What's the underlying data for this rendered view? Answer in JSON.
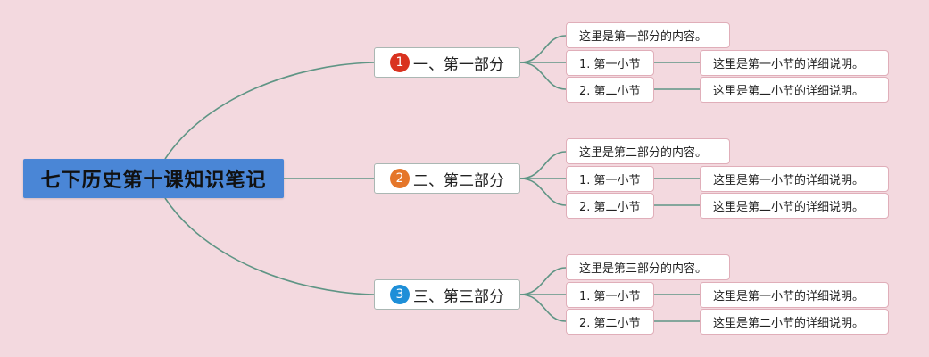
{
  "root": {
    "title": "七下历史第十课知识笔记"
  },
  "sections": [
    {
      "number": "1",
      "badge_color": "#d9321f",
      "label": "一、第一部分",
      "intro": "这里是第一部分的内容。",
      "subs": [
        {
          "label": "1. 第一小节",
          "detail": "这里是第一小节的详细说明。"
        },
        {
          "label": "2. 第二小节",
          "detail": "这里是第二小节的详细说明。"
        }
      ]
    },
    {
      "number": "2",
      "badge_color": "#e5762a",
      "label": "二、第二部分",
      "intro": "这里是第二部分的内容。",
      "subs": [
        {
          "label": "1. 第一小节",
          "detail": "这里是第一小节的详细说明。"
        },
        {
          "label": "2. 第二小节",
          "detail": "这里是第二小节的详细说明。"
        }
      ]
    },
    {
      "number": "3",
      "badge_color": "#1e8fd8",
      "label": "三、第三部分",
      "intro": "这里是第三部分的内容。",
      "subs": [
        {
          "label": "1. 第一小节",
          "detail": "这里是第一小节的详细说明。"
        },
        {
          "label": "2. 第二小节",
          "detail": "这里是第二小节的详细说明。"
        }
      ]
    }
  ],
  "colors": {
    "background": "#f3d9df",
    "root_fill": "#4a86d6",
    "connector": "#5f9585",
    "box_border": "#e0aeb9"
  }
}
